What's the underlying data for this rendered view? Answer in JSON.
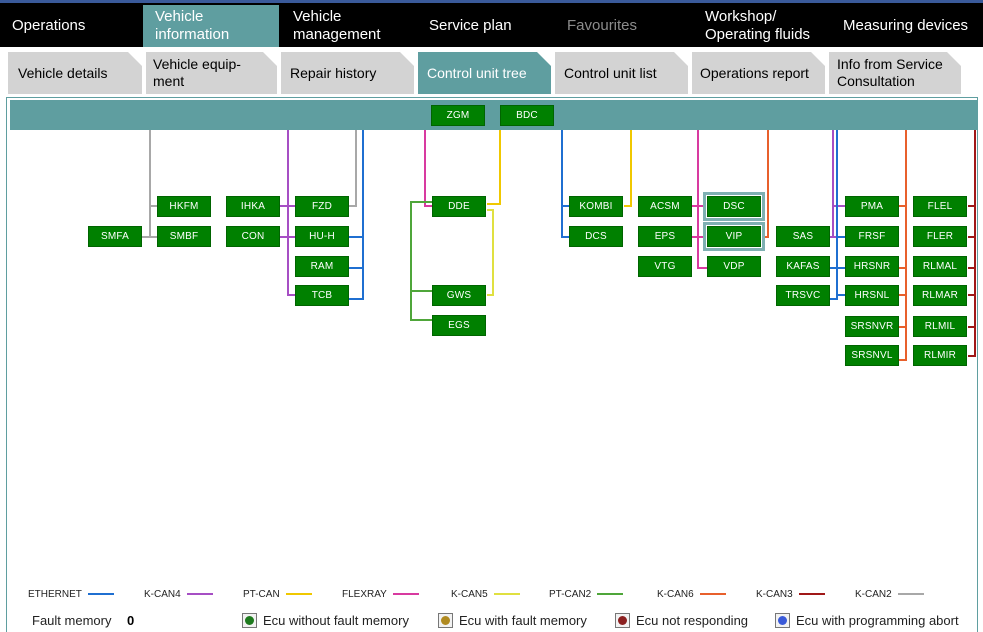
{
  "top_nav": [
    {
      "id": "operations",
      "label": "Operations",
      "state": "normal"
    },
    {
      "id": "vehicle-information",
      "label": "Vehicle information",
      "state": "active"
    },
    {
      "id": "vehicle-management",
      "label": "Vehicle\nmanagement",
      "state": "normal"
    },
    {
      "id": "service-plan",
      "label": "Service plan",
      "state": "normal"
    },
    {
      "id": "favourites",
      "label": "Favourites",
      "state": "disabled"
    },
    {
      "id": "workshop-operating-fluids",
      "label": "Workshop/\nOperating fluids",
      "state": "normal"
    },
    {
      "id": "measuring-devices",
      "label": "Measuring devices",
      "state": "normal"
    }
  ],
  "sub_tabs": [
    {
      "id": "vehicle-details",
      "label": "Vehicle details",
      "active": false
    },
    {
      "id": "vehicle-equipment",
      "label": "Vehicle equip-\nment",
      "active": false
    },
    {
      "id": "repair-history",
      "label": "Repair history",
      "active": false
    },
    {
      "id": "control-unit-tree",
      "label": "Control unit tree",
      "active": true
    },
    {
      "id": "control-unit-list",
      "label": "Control unit list",
      "active": false
    },
    {
      "id": "operations-report",
      "label": "Operations report",
      "active": false
    },
    {
      "id": "info-service-consultation",
      "label": "Info from Service\nConsultation",
      "active": false
    }
  ],
  "ecus": {
    "ZGM": "ZGM",
    "BDC": "BDC",
    "HKFM": "HKFM",
    "SMBF": "SMBF",
    "SMFA": "SMFA",
    "IHKA": "IHKA",
    "CON": "CON",
    "FZD": "FZD",
    "HUH": "HU-H",
    "RAM": "RAM",
    "TCB": "TCB",
    "DDE": "DDE",
    "GWS": "GWS",
    "EGS": "EGS",
    "KOMBI": "KOMBI",
    "DCS": "DCS",
    "ACSM": "ACSM",
    "EPS": "EPS",
    "VTG": "VTG",
    "DSC": "DSC",
    "VIP": "VIP",
    "VDP": "VDP",
    "SAS": "SAS",
    "KAFAS": "KAFAS",
    "TRSVC": "TRSVC",
    "PMA": "PMA",
    "FRSF": "FRSF",
    "HRSNR": "HRSNR",
    "HRSNL": "HRSNL",
    "SRSNVR": "SRSNVR",
    "SRSNVL": "SRSNVL",
    "FLEL": "FLEL",
    "FLER": "FLER",
    "RLMAL": "RLMAL",
    "RLMAR": "RLMAR",
    "RLMIL": "RLMIL",
    "RLMIR": "RLMIR"
  },
  "bus_legend": [
    {
      "label": "ETHERNET",
      "color": "#1f6fd1"
    },
    {
      "label": "K-CAN4",
      "color": "#a64fc4"
    },
    {
      "label": "PT-CAN",
      "color": "#f0c800"
    },
    {
      "label": "FLEXRAY",
      "color": "#d83aa0"
    },
    {
      "label": "K-CAN5",
      "color": "#e0e040"
    },
    {
      "label": "PT-CAN2",
      "color": "#4fa63a"
    },
    {
      "label": "K-CAN6",
      "color": "#e8602c"
    },
    {
      "label": "K-CAN3",
      "color": "#a01818"
    },
    {
      "label": "K-CAN2",
      "color": "#a8a8a8"
    }
  ],
  "fault_memory": {
    "label": "Fault memory",
    "count": "0"
  },
  "status_legend": [
    {
      "label": "Ecu without fault memory",
      "color": "#1e7a1e"
    },
    {
      "label": "Ecu with fault memory",
      "color": "#b08a20"
    },
    {
      "label": "Ecu not responding",
      "color": "#8b2020"
    },
    {
      "label": "Ecu with programming abort",
      "color": "#3a5ad8"
    }
  ]
}
